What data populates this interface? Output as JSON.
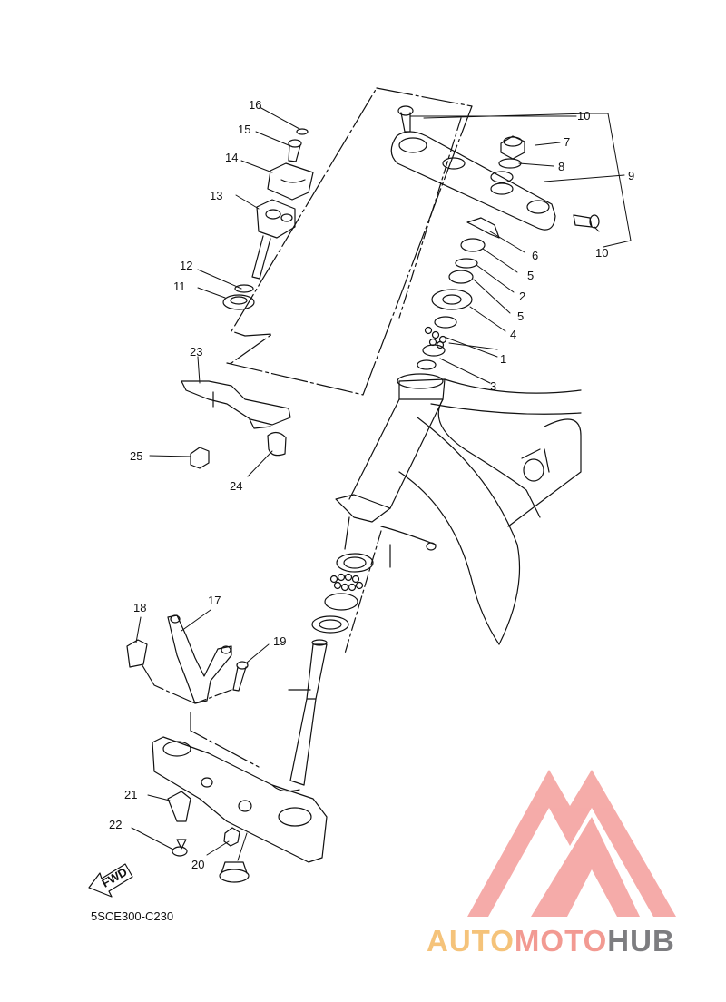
{
  "diagram": {
    "callouts": [
      {
        "id": "c1",
        "text": "1"
      },
      {
        "id": "c2",
        "text": "2"
      },
      {
        "id": "c3",
        "text": "3"
      },
      {
        "id": "c4",
        "text": "4"
      },
      {
        "id": "c5a",
        "text": "5"
      },
      {
        "id": "c5b",
        "text": "5"
      },
      {
        "id": "c6",
        "text": "6"
      },
      {
        "id": "c7",
        "text": "7"
      },
      {
        "id": "c8",
        "text": "8"
      },
      {
        "id": "c9",
        "text": "9"
      },
      {
        "id": "c10a",
        "text": "10"
      },
      {
        "id": "c10b",
        "text": "10"
      },
      {
        "id": "c11",
        "text": "11"
      },
      {
        "id": "c12",
        "text": "12"
      },
      {
        "id": "c13",
        "text": "13"
      },
      {
        "id": "c14",
        "text": "14"
      },
      {
        "id": "c15",
        "text": "15"
      },
      {
        "id": "c16",
        "text": "16"
      },
      {
        "id": "c17",
        "text": "17"
      },
      {
        "id": "c18",
        "text": "18"
      },
      {
        "id": "c19",
        "text": "19"
      },
      {
        "id": "c20",
        "text": "20"
      },
      {
        "id": "c21",
        "text": "21"
      },
      {
        "id": "c22",
        "text": "22"
      },
      {
        "id": "c23",
        "text": "23"
      },
      {
        "id": "c24",
        "text": "24"
      },
      {
        "id": "c25",
        "text": "25"
      }
    ],
    "direction_label": "FWD",
    "diagram_code": "5SCE300-C230"
  },
  "watermark": {
    "part1": "AUTO",
    "part2": "MOTO",
    "part3": "HUB",
    "colors": {
      "part1": "#f5c37a",
      "part2": "#f29a92",
      "part3": "#7d7d80",
      "logo": "#f4a3a0"
    }
  }
}
